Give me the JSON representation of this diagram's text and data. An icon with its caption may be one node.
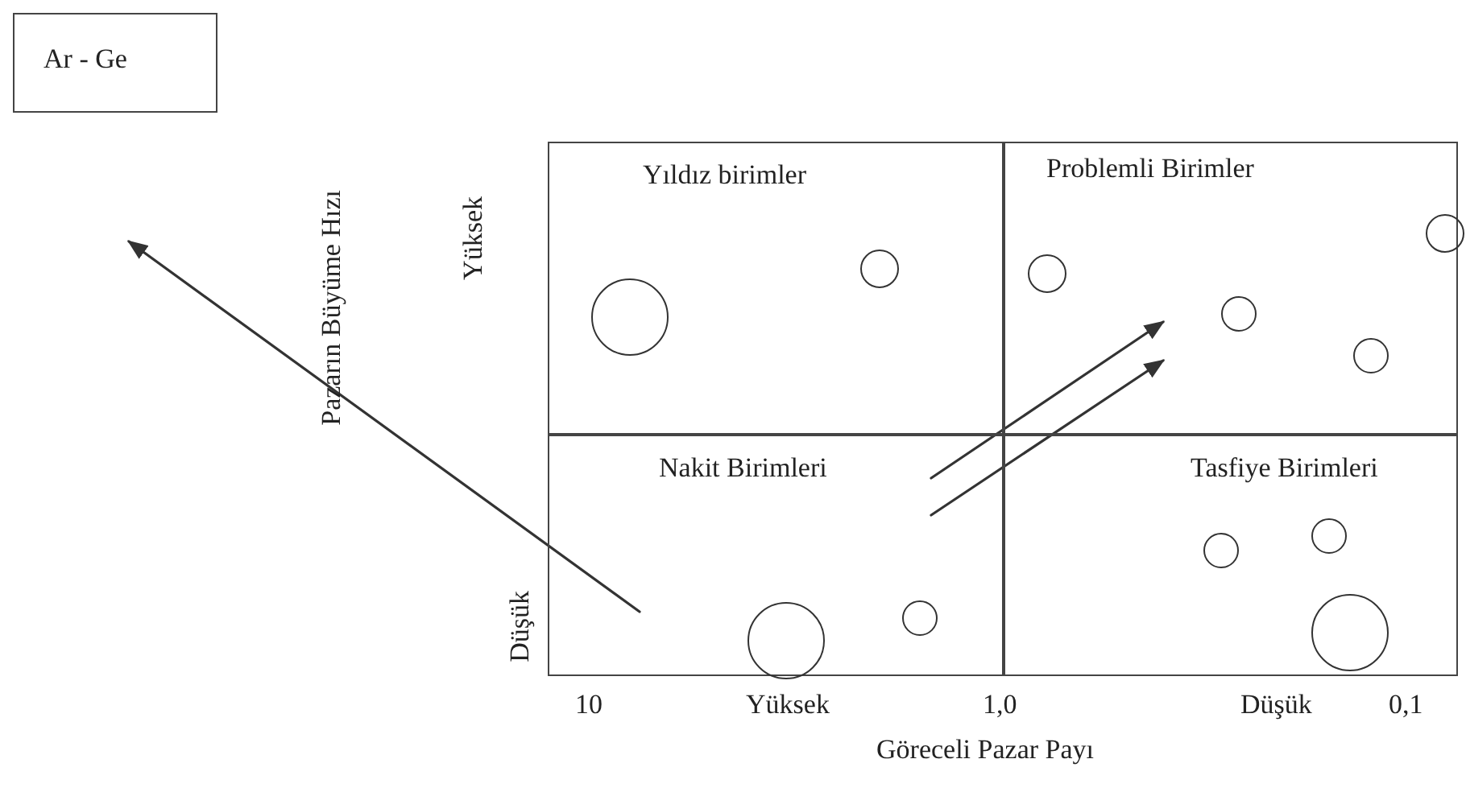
{
  "diagram": {
    "nodes": [
      {
        "text": [
          "Ar - Ge"
        ]
      },
      {
        "text": [
          "Yıldız birimler"
        ]
      },
      {
        "text": [
          "Problemli Birimler"
        ]
      },
      {
        "text": [
          "Nakit Birimleri"
        ]
      },
      {
        "text": [
          "Tasfiye Birimleri"
        ]
      },
      {
        "text": [],
        "shape": "circle",
        "in": 1
      },
      {
        "text": [],
        "shape": "circle",
        "in": 1
      },
      {
        "text": [],
        "shape": "circle",
        "in": 2
      },
      {
        "text": [],
        "shape": "circle",
        "in": 2
      },
      {
        "text": [],
        "shape": "circle",
        "in": 2
      },
      {
        "text": [],
        "shape": "circle",
        "in": 2
      },
      {
        "text": [],
        "shape": "circle",
        "in": 3
      },
      {
        "text": [],
        "shape": "circle",
        "in": 3
      },
      {
        "text": [],
        "shape": "circle",
        "in": 4
      },
      {
        "text": [],
        "shape": "circle",
        "in": 4
      },
      {
        "text": [],
        "shape": "circle",
        "in": 4
      }
    ],
    "edges": [
      {
        "from": 3,
        "to": null,
        "arrow": "to"
      },
      {
        "from": 3,
        "to": null,
        "arrow": "to"
      },
      {
        "from": 3,
        "to": null,
        "arrow": "to"
      }
    ],
    "labels": [
      "Pazarın Büyüme Hızı",
      "Yüksek",
      "Düşük",
      "10",
      "Yüksek",
      "1,0",
      "Düşük",
      "0,1",
      "Göreceli Pazar Payı"
    ]
  }
}
